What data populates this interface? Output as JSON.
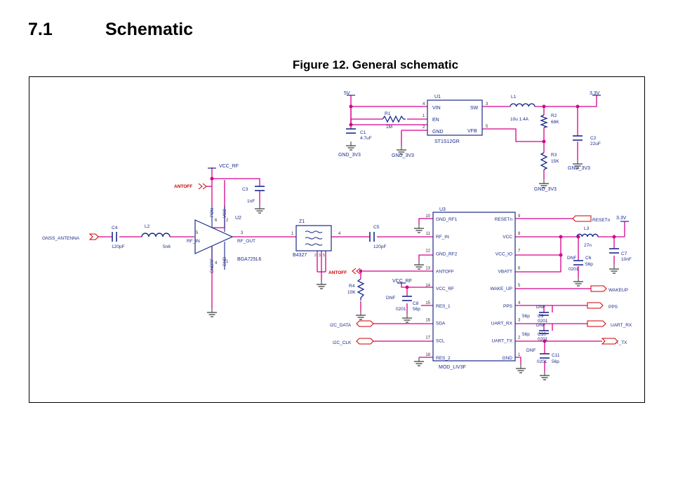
{
  "section": {
    "number": "7.1",
    "title": "Schematic"
  },
  "figure": {
    "caption": "Figure 12. General schematic"
  },
  "schematic": {
    "colors": {
      "wire": "#d6008e",
      "component": "#1a2a8a",
      "net_label": "#cc0000",
      "pin": "#333333"
    },
    "rails": {
      "v5": "5V",
      "v3v3": "3.3V",
      "vcc_rf": "VCC_RF",
      "gnd_3v3": "GND_3V3"
    },
    "nets": {
      "antoff": "ANTOFF",
      "gnss_antenna": "GNSS_ANTENNA",
      "reset": "RESETn",
      "wakeup": "WAKEUP",
      "pps": "PPS",
      "uart_rx": "UART_RX",
      "uart_tx": "UART_TX",
      "i2c_data": "I2C_DATA",
      "i2c_clk": "I2C_CLK"
    },
    "u1": {
      "ref": "U1",
      "part": "ST1S12GR",
      "pins": [
        "VIN",
        "EN",
        "GND",
        "SW",
        "VFB"
      ],
      "pin_nums": [
        "4",
        "1",
        "2",
        "3",
        "5"
      ]
    },
    "u2": {
      "ref": "U2",
      "part": "BGA725L6",
      "pins": [
        "RF_IN",
        "RF_OUT",
        "PON",
        "VCC",
        "GNDRF",
        "GND"
      ],
      "pin_nums": [
        "5",
        "3",
        "6",
        "2",
        "4",
        "1"
      ]
    },
    "z1": {
      "ref": "Z1",
      "part": "B4327",
      "pins": [
        "1",
        "4",
        "2",
        "3",
        "5"
      ]
    },
    "u3": {
      "ref": "U3",
      "part": "MOD_LIV3F",
      "left_pins": [
        {
          "num": "10",
          "name": "GND_RF1"
        },
        {
          "num": "11",
          "name": "RF_IN"
        },
        {
          "num": "12",
          "name": "GND_RF2"
        },
        {
          "num": "13",
          "name": "ANTOFF"
        },
        {
          "num": "14",
          "name": "VCC_RF"
        },
        {
          "num": "15",
          "name": "RES_1"
        },
        {
          "num": "16",
          "name": "SDA"
        },
        {
          "num": "17",
          "name": "SCL"
        },
        {
          "num": "18",
          "name": "RES_2"
        }
      ],
      "right_pins": [
        {
          "num": "9",
          "name": "RESETn"
        },
        {
          "num": "8",
          "name": "VCC"
        },
        {
          "num": "7",
          "name": "VCC_IO"
        },
        {
          "num": "6",
          "name": "VBATT"
        },
        {
          "num": "5",
          "name": "WAKE_UP"
        },
        {
          "num": "4",
          "name": "PPS"
        },
        {
          "num": "3",
          "name": "UART_RX"
        },
        {
          "num": "2",
          "name": "UART_TX"
        },
        {
          "num": "1",
          "name": "GND"
        }
      ]
    },
    "passives": {
      "c1": {
        "ref": "C1",
        "value": "4.7uF"
      },
      "r1": {
        "ref": "R1",
        "value": "1M"
      },
      "l1": {
        "ref": "L1",
        "value": "10u 1.4A"
      },
      "r2": {
        "ref": "R2",
        "value": "68K"
      },
      "r3": {
        "ref": "R3",
        "value": "15K"
      },
      "c2": {
        "ref": "C2",
        "value": "22uF"
      },
      "c3": {
        "ref": "C3",
        "value": "1nF"
      },
      "c4": {
        "ref": "C4",
        "value": "120pF"
      },
      "l2": {
        "ref": "L2",
        "value": "5n6"
      },
      "c5": {
        "ref": "C5",
        "value": "120pF"
      },
      "r4": {
        "ref": "R4",
        "value": "10K"
      },
      "c8": {
        "ref": "C8",
        "value": "56p",
        "note": "DNF",
        "pkg": "0201"
      },
      "l3": {
        "ref": "L3",
        "value": "27n"
      },
      "c7": {
        "ref": "C7",
        "value": "10nF"
      },
      "c6": {
        "ref": "C6",
        "value": "56p",
        "note": "DNF",
        "pkg": "0201"
      },
      "c9": {
        "ref": "C9",
        "value": "56p",
        "note": "DNF",
        "pkg": "0201"
      },
      "c10": {
        "ref": "C10",
        "value": "56p",
        "note": "DNF",
        "pkg": "0201"
      },
      "c11": {
        "ref": "C11",
        "value": "56p",
        "note": "DNF",
        "pkg": "0201"
      }
    }
  }
}
